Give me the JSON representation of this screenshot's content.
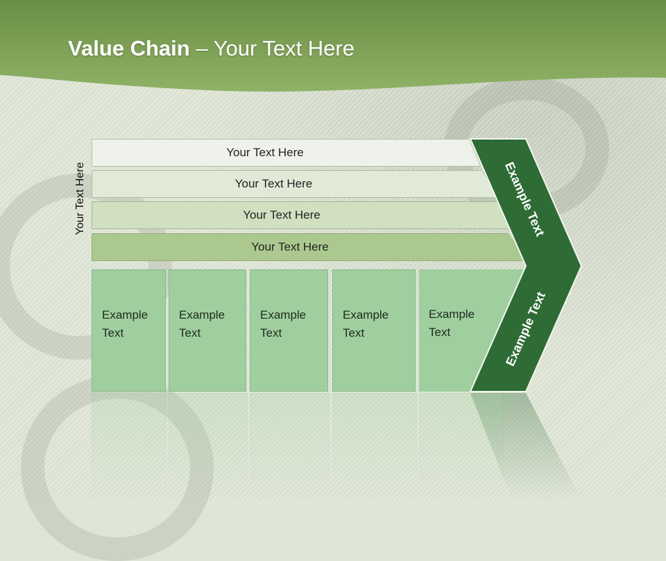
{
  "slide": {
    "title_bold": "Value Chain",
    "title_rest": " – Your Text Here",
    "side_label": "Your Text Here"
  },
  "rows": [
    {
      "label": "Your Text Here",
      "color": "#eef2ea"
    },
    {
      "label": "Your Text Here",
      "color": "#e0ead6"
    },
    {
      "label": "Your Text Here",
      "color": "#d0e0c0"
    },
    {
      "label": "Your Text Here",
      "color": "#abc98f"
    }
  ],
  "columns": [
    {
      "line1": "Example",
      "line2": "Text"
    },
    {
      "line1": "Example",
      "line2": "Text"
    },
    {
      "line1": "Example",
      "line2": "Text"
    },
    {
      "line1": "Example",
      "line2": "Text"
    },
    {
      "line1": "Example",
      "line2": "Text"
    }
  ],
  "arrow": {
    "upper_label": "Example Text",
    "lower_label": "Example Text",
    "color": "#2e6b35"
  },
  "colors": {
    "header_green": "#7da04f",
    "column_green": "#9fcf9f"
  }
}
